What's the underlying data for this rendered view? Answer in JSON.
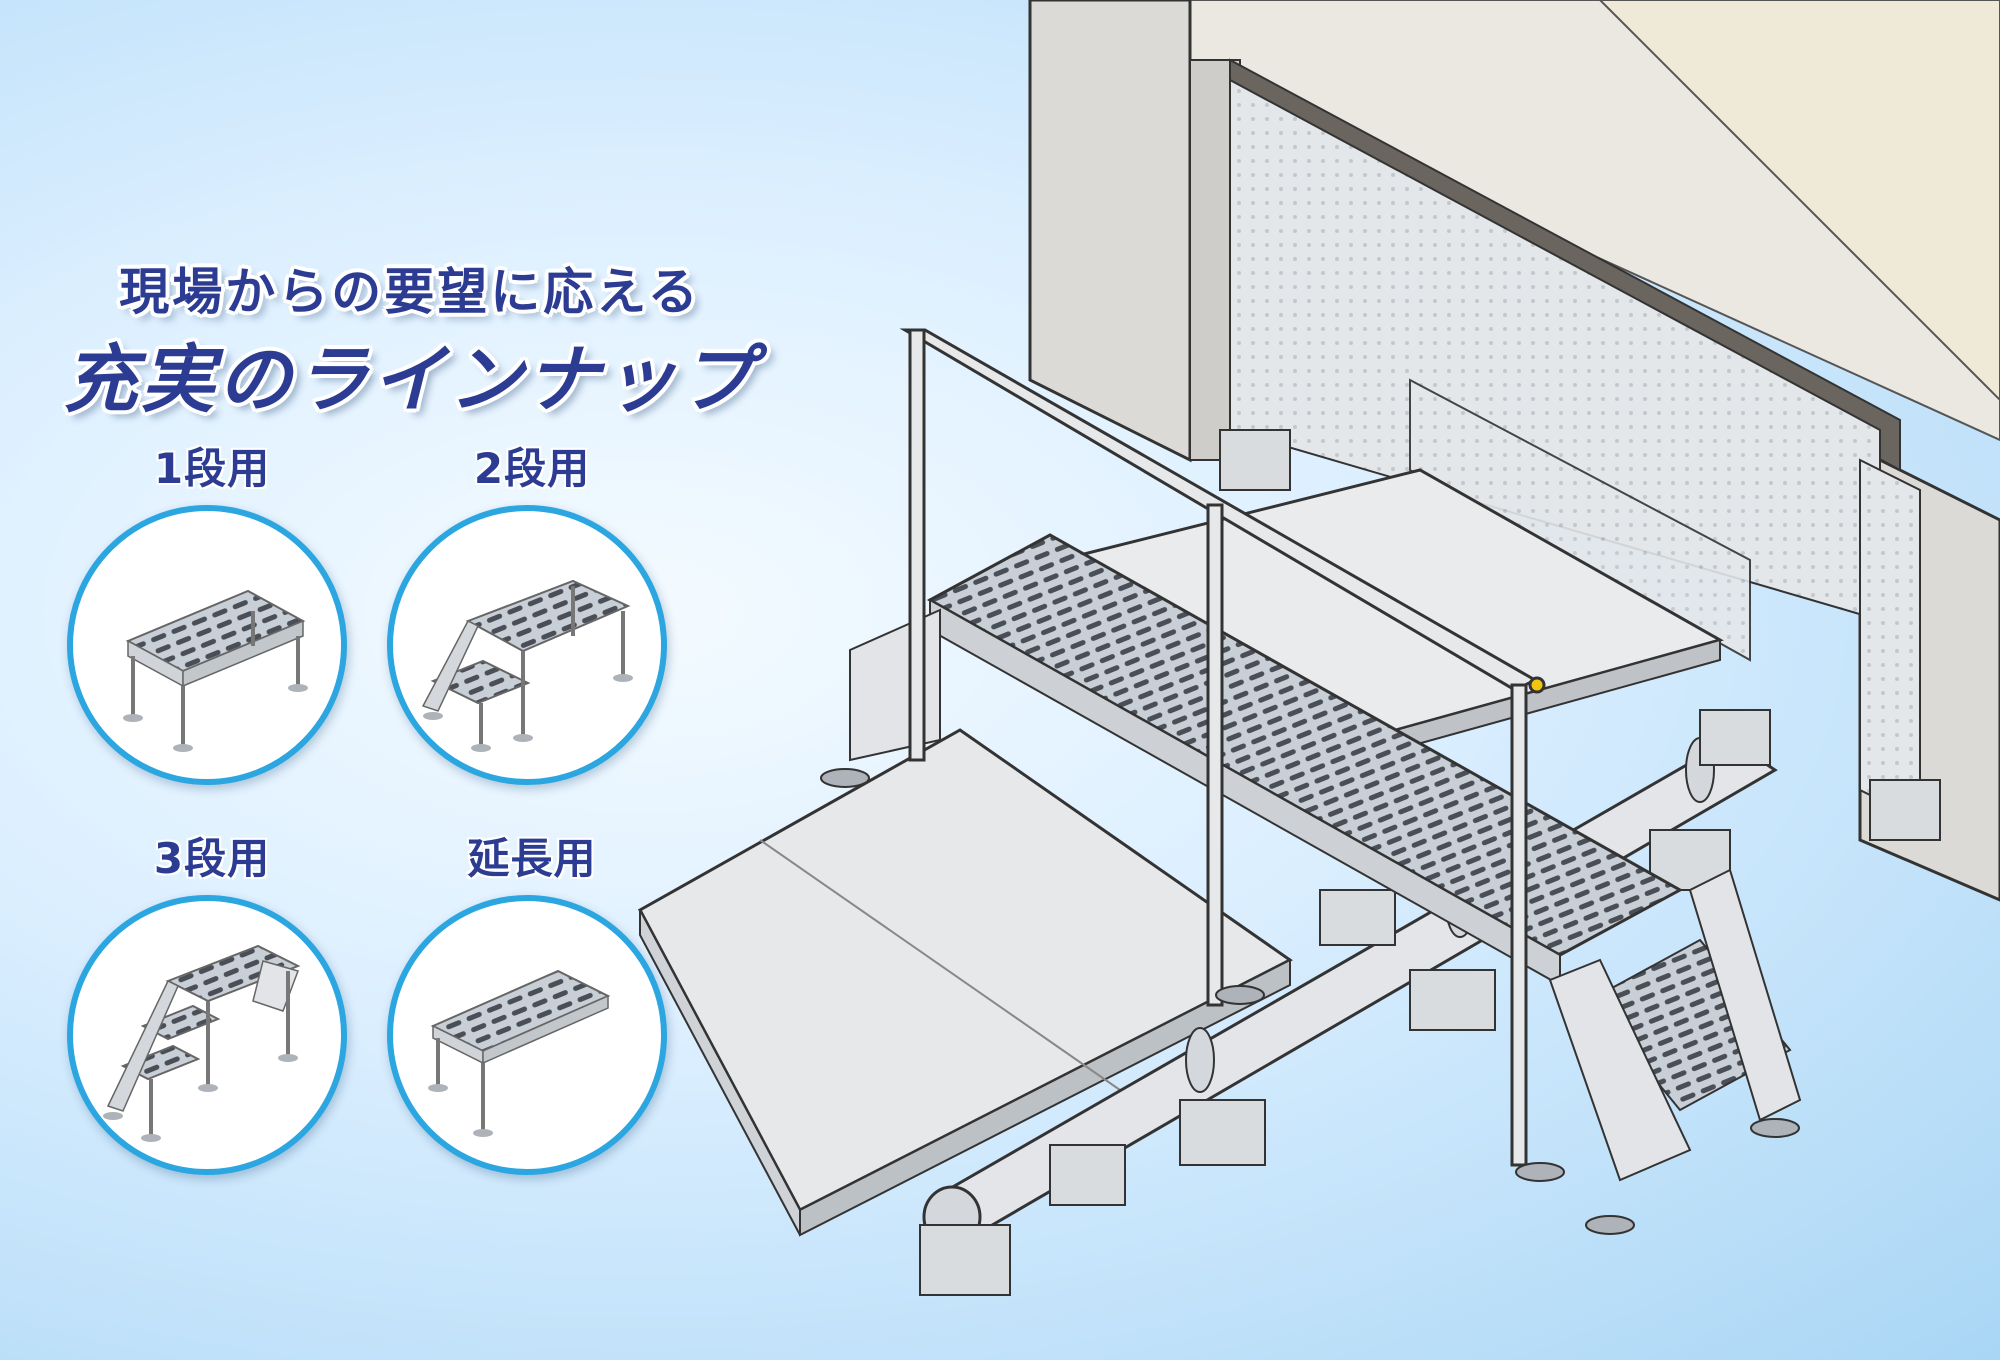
{
  "headline": {
    "line1": "現場からの要望に応える",
    "line2": "充実のラインナップ"
  },
  "lineup": [
    {
      "label": "1段用",
      "icon": "one-step-platform"
    },
    {
      "label": "2段用",
      "icon": "two-step-platform"
    },
    {
      "label": "3段用",
      "icon": "three-step-platform"
    },
    {
      "label": "延長用",
      "icon": "extension-platform"
    }
  ],
  "colors": {
    "headline": "#2c3c93",
    "circle_border": "#2ba6e0",
    "background": "#bfe3fa",
    "wall": "#e8e6e3"
  }
}
